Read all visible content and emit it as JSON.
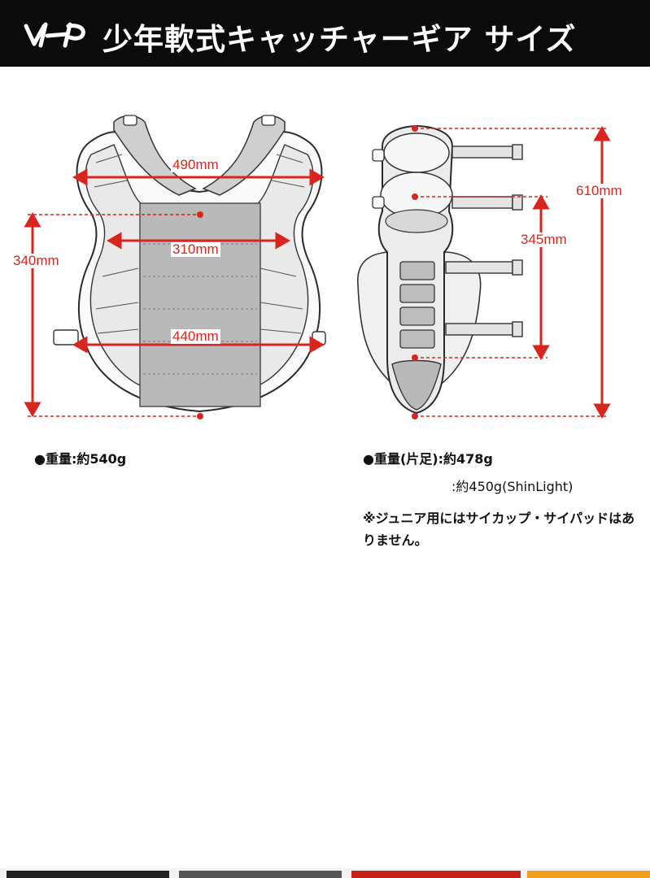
{
  "header": {
    "title": "少年軟式キャッチャーギア サイズ",
    "logo": "hatakeyama-logo"
  },
  "chest_protector": {
    "width_top": "490mm",
    "width_mid": "310mm",
    "width_bottom": "440mm",
    "height": "340mm",
    "weight": "●重量:約540g"
  },
  "leg_guard": {
    "height": "610mm",
    "lower_height": "345mm",
    "weight": "●重量(片足):約478g",
    "weight_shinlight": ":約450g(ShinLight)"
  },
  "note": "※ジュニア用にはサイカップ・サイパッドはありません。",
  "colors": {
    "accent": "#d8261f",
    "banner": "#0b0b0b",
    "pad_gray": "#b9b9b9"
  }
}
